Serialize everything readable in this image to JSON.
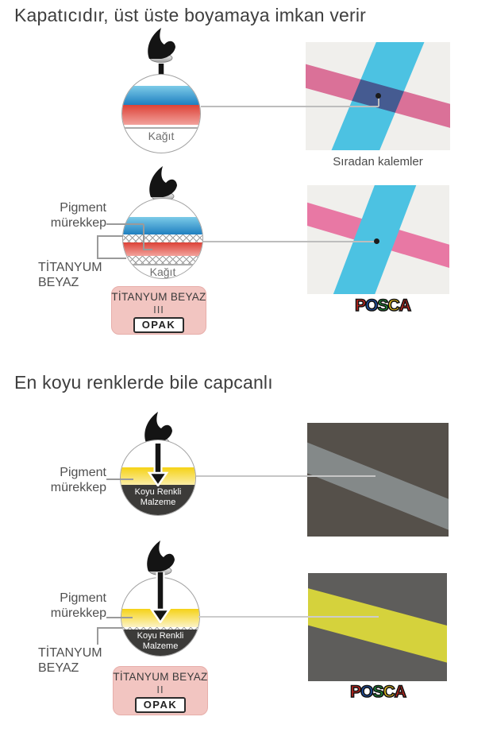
{
  "section1": {
    "title": "Kapatıcıdır, üst üste boyamaya imkan verir",
    "diagram1": {
      "surface_label": "Kağıt",
      "caption": "Sıradan kalemler"
    },
    "diagram2": {
      "ink_label": [
        "Pigment",
        "mürekkep"
      ],
      "white_label": [
        "TİTANYUM",
        "BEYAZ"
      ],
      "surface_label": "Kağıt",
      "badge": {
        "title": "TİTANYUM BEYAZ",
        "level": "III",
        "button": "OPAK"
      }
    }
  },
  "section2": {
    "title": "En koyu renklerde bile capcanlı",
    "diagram1": {
      "ink_label": [
        "Pigment",
        "mürekkep"
      ],
      "surface_label": [
        "Koyu Renkli",
        "Malzeme"
      ]
    },
    "diagram2": {
      "ink_label": [
        "Pigment",
        "mürekkep"
      ],
      "white_label": [
        "TİTANYUM",
        "BEYAZ"
      ],
      "surface_label": [
        "Koyu Renkli",
        "Malzeme"
      ],
      "badge": {
        "title": "TİTANYUM BEYAZ",
        "level": "II",
        "button": "OPAK"
      }
    }
  },
  "brand": {
    "name": "POSCA",
    "letters": [
      {
        "ch": "P",
        "color": "#d8281e"
      },
      {
        "ch": "O",
        "color": "#1f55b0"
      },
      {
        "ch": "S",
        "color": "#1fa33c"
      },
      {
        "ch": "C",
        "color": "#f2c71c"
      },
      {
        "ch": "A",
        "color": "#d8281e"
      }
    ]
  },
  "colors": {
    "page_bg": "#ffffff",
    "paper_image_bg": "#f0efec",
    "pink_stroke": "#e878a4",
    "blue_stroke": "#4cc2e2",
    "dark_image_bg_1": "#55504a",
    "dark_image_bg_2": "#5e5d5b",
    "faint_stroke": "rgba(190,206,215,0.45)",
    "yellow_stroke": "#d5d23c",
    "badge_bg": "#f2c5c1",
    "dark_material": "#3c3b39"
  }
}
